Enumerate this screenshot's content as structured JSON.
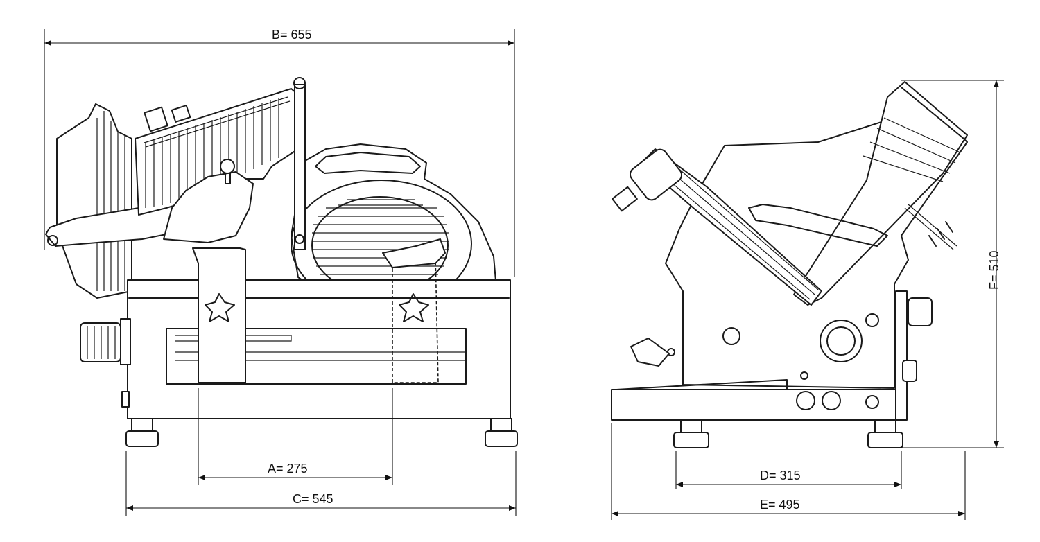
{
  "dimensions": {
    "A": "A= 275",
    "B": "B= 655",
    "C": "C= 545",
    "D": "D= 315",
    "E": "E= 495",
    "F": "F= 510"
  }
}
